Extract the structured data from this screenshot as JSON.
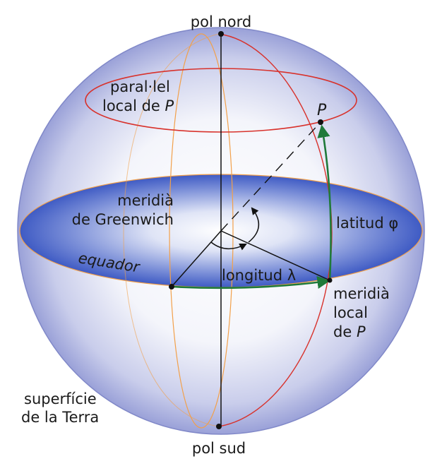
{
  "labels": {
    "north_pole": "pol nord",
    "south_pole": "pol sud",
    "local_parallel_line1": "paral·lel",
    "local_parallel_line2": "local de ",
    "local_parallel_P": "P",
    "point_P": "P",
    "greenwich_line1": "meridià",
    "greenwich_line2": "de Greenwich",
    "equator": "equador",
    "latitude": "latitud φ",
    "longitude": "longitud λ",
    "local_meridian_line1": "meridià",
    "local_meridian_line2": "local",
    "local_meridian_line3": "de ",
    "local_meridian_P": "P",
    "earth_surface_line1": "superfície",
    "earth_surface_line2": "de la Terra"
  },
  "colors": {
    "sphere_edge": "#8088c8",
    "equator_fill": "#4a63c6",
    "meridian_orange": "#f2a04a",
    "meridian_red": "#d8322c",
    "arc_green": "#1f7a3a",
    "axis_black": "#111111"
  }
}
